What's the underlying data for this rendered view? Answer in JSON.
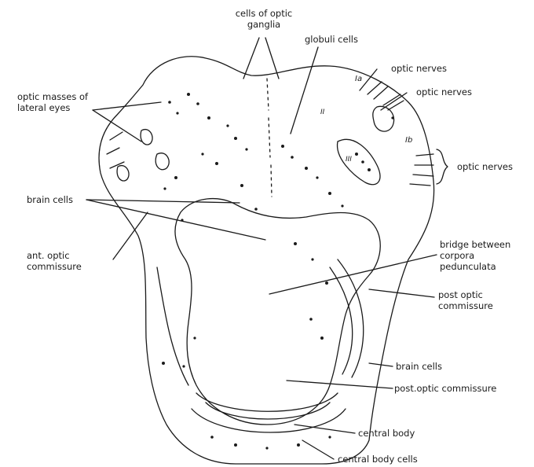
{
  "labels": {
    "cells_of_optic_ganglia": "cells of optic ganglia",
    "globuli_cells": "globuli cells",
    "optic_nerves_1": "optic nerves",
    "optic_nerves_2": "optic nerves",
    "optic_nerves_3": "optic nerves",
    "optic_masses": "optic masses of lateral eyes",
    "brain_cells_1": "brain cells",
    "ant_optic_commissure": "ant. optic commissure",
    "bridge": "bridge between corpora pedunculata",
    "post_optic_commissure_1": "post optic commissure",
    "brain_cells_2": "brain cells",
    "post_optic_commissure_2": "post.optic commissure",
    "central_body": "central body",
    "central_body_cells": "central body cells"
  },
  "small_marks": {
    "Ia": "Ia",
    "Ib": "Ib",
    "II": "II",
    "III": "III"
  },
  "colors": {
    "ink": "#1a1a1a",
    "background": "#ffffff"
  }
}
